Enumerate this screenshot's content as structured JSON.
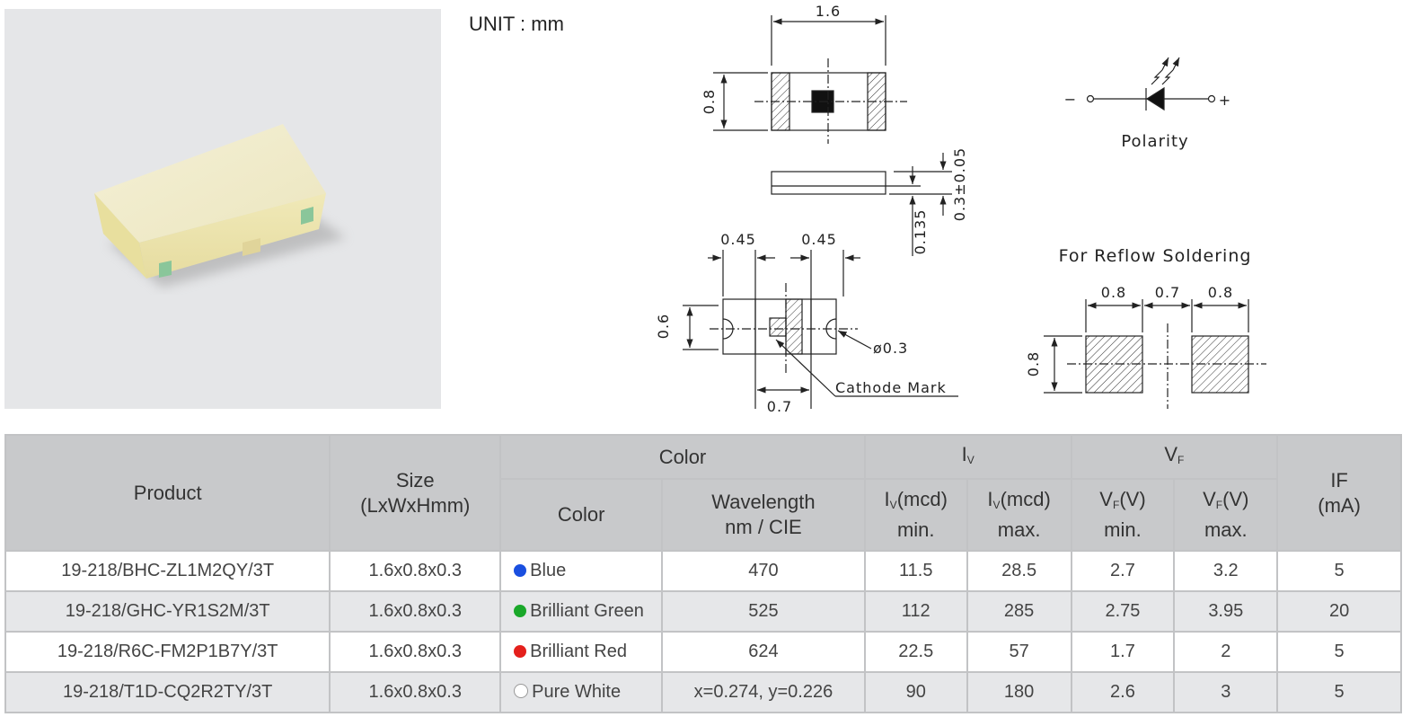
{
  "unit_label": "UNIT : mm",
  "drawing": {
    "top_length": "1.6",
    "top_width": "0.8",
    "side_height": "0.3±0.05",
    "side_pad": "0.135",
    "bottom_pad_left": "0.45",
    "bottom_pad_right": "0.45",
    "bottom_height": "0.6",
    "hole_dia": "ø0.3",
    "cathode_label": "Cathode Mark",
    "bottom_gap": "0.7",
    "polarity_label": "Polarity",
    "polarity_minus": "−",
    "polarity_plus": "+",
    "reflow_title": "For  Reflow  Soldering",
    "reflow_pad_left": "0.8",
    "reflow_gap": "0.7",
    "reflow_pad_right": "0.8",
    "reflow_height": "0.8"
  },
  "table": {
    "headers": {
      "product": "Product",
      "size": "Size",
      "size_unit": "(LxWxHmm)",
      "color_group": "Color",
      "color": "Color",
      "wavelength": "Wavelength",
      "wavelength_unit": "nm / CIE",
      "iv": "I",
      "iv_sub": "V",
      "iv_min": "(mcd)",
      "iv_min2": "min.",
      "iv_max": "(mcd)",
      "iv_max2": "max.",
      "vf": "V",
      "vf_sub": "F",
      "vf_min": "(V)",
      "vf_min2": "min.",
      "vf_max": "(V)",
      "vf_max2": "max.",
      "if": "IF",
      "if_unit": "(mA)"
    },
    "rows": [
      {
        "product": "19-218/BHC-ZL1M2QY/3T",
        "size": "1.6x0.8x0.3",
        "color": "Blue",
        "dot": "#1a4fe0",
        "wavelength": "470",
        "iv_min": "11.5",
        "iv_max": "28.5",
        "vf_min": "2.7",
        "vf_max": "3.2",
        "if": "5"
      },
      {
        "product": "19-218/GHC-YR1S2M/3T",
        "size": "1.6x0.8x0.3",
        "color": "Brilliant Green",
        "dot": "#1aa82a",
        "wavelength": "525",
        "iv_min": "112",
        "iv_max": "285",
        "vf_min": "2.75",
        "vf_max": "3.95",
        "if": "20"
      },
      {
        "product": "19-218/R6C-FM2P1B7Y/3T",
        "size": "1.6x0.8x0.3",
        "color": "Brilliant Red",
        "dot": "#e4201c",
        "wavelength": "624",
        "iv_min": "22.5",
        "iv_max": "57",
        "vf_min": "1.7",
        "vf_max": "2",
        "if": "5"
      },
      {
        "product": "19-218/T1D-CQ2R2TY/3T",
        "size": "1.6x0.8x0.3",
        "color": "Pure White",
        "dot": "#ffffff",
        "wavelength": "x=0.274, y=0.226",
        "iv_min": "90",
        "iv_max": "180",
        "vf_min": "2.6",
        "vf_max": "3",
        "if": "5"
      }
    ]
  }
}
